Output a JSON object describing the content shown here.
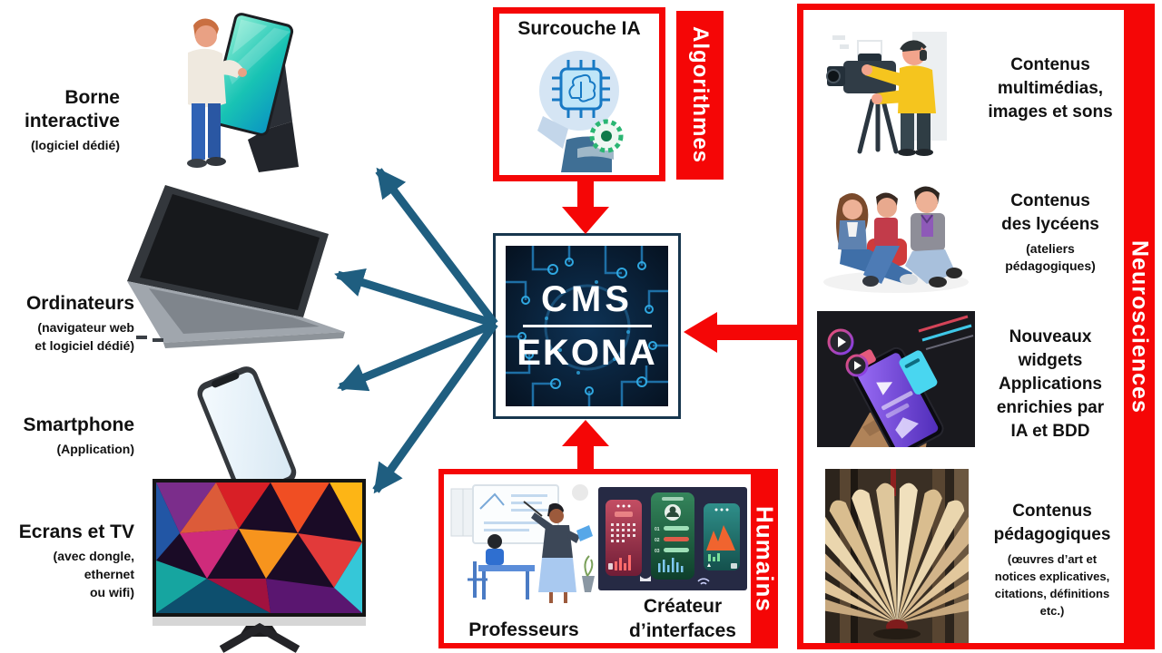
{
  "colors": {
    "red": "#f50606",
    "teal": "#1f5e80",
    "cms-border": "#17364e"
  },
  "left": {
    "items": [
      {
        "title": "Borne\ninteractive",
        "note": "(logiciel dédié)"
      },
      {
        "title": "Ordinateurs",
        "note": "(navigateur web\net logiciel dédié)"
      },
      {
        "title": "Smartphone",
        "note": "(Application)"
      },
      {
        "title": "Ecrans et TV",
        "note": "(avec dongle,\nethernet\nou wifi)"
      }
    ]
  },
  "center": {
    "surcouche": {
      "title": "Surcouche IA",
      "tag": "Algorithmes"
    },
    "cms": {
      "line1": "CMS",
      "line2": "EKONA"
    },
    "humains": {
      "tag": "Humains",
      "professors_label": "Professeurs",
      "creator_label": "Créateur\nd’interfaces"
    }
  },
  "right": {
    "tag": "Neurosciences",
    "items": [
      {
        "title": "Contenus\nmultimédias,\nimages et sons"
      },
      {
        "title": "Contenus\ndes lycéens",
        "note": "(ateliers\npédagogiques)"
      },
      {
        "title": "Nouveaux\nwidgets\nApplications\nenrichies par\nIA et BDD"
      },
      {
        "title": "Contenus\npédagogiques",
        "note": "(œuvres d’art et\nnotices explicatives,\ncitations, définitions\netc.)"
      }
    ]
  }
}
